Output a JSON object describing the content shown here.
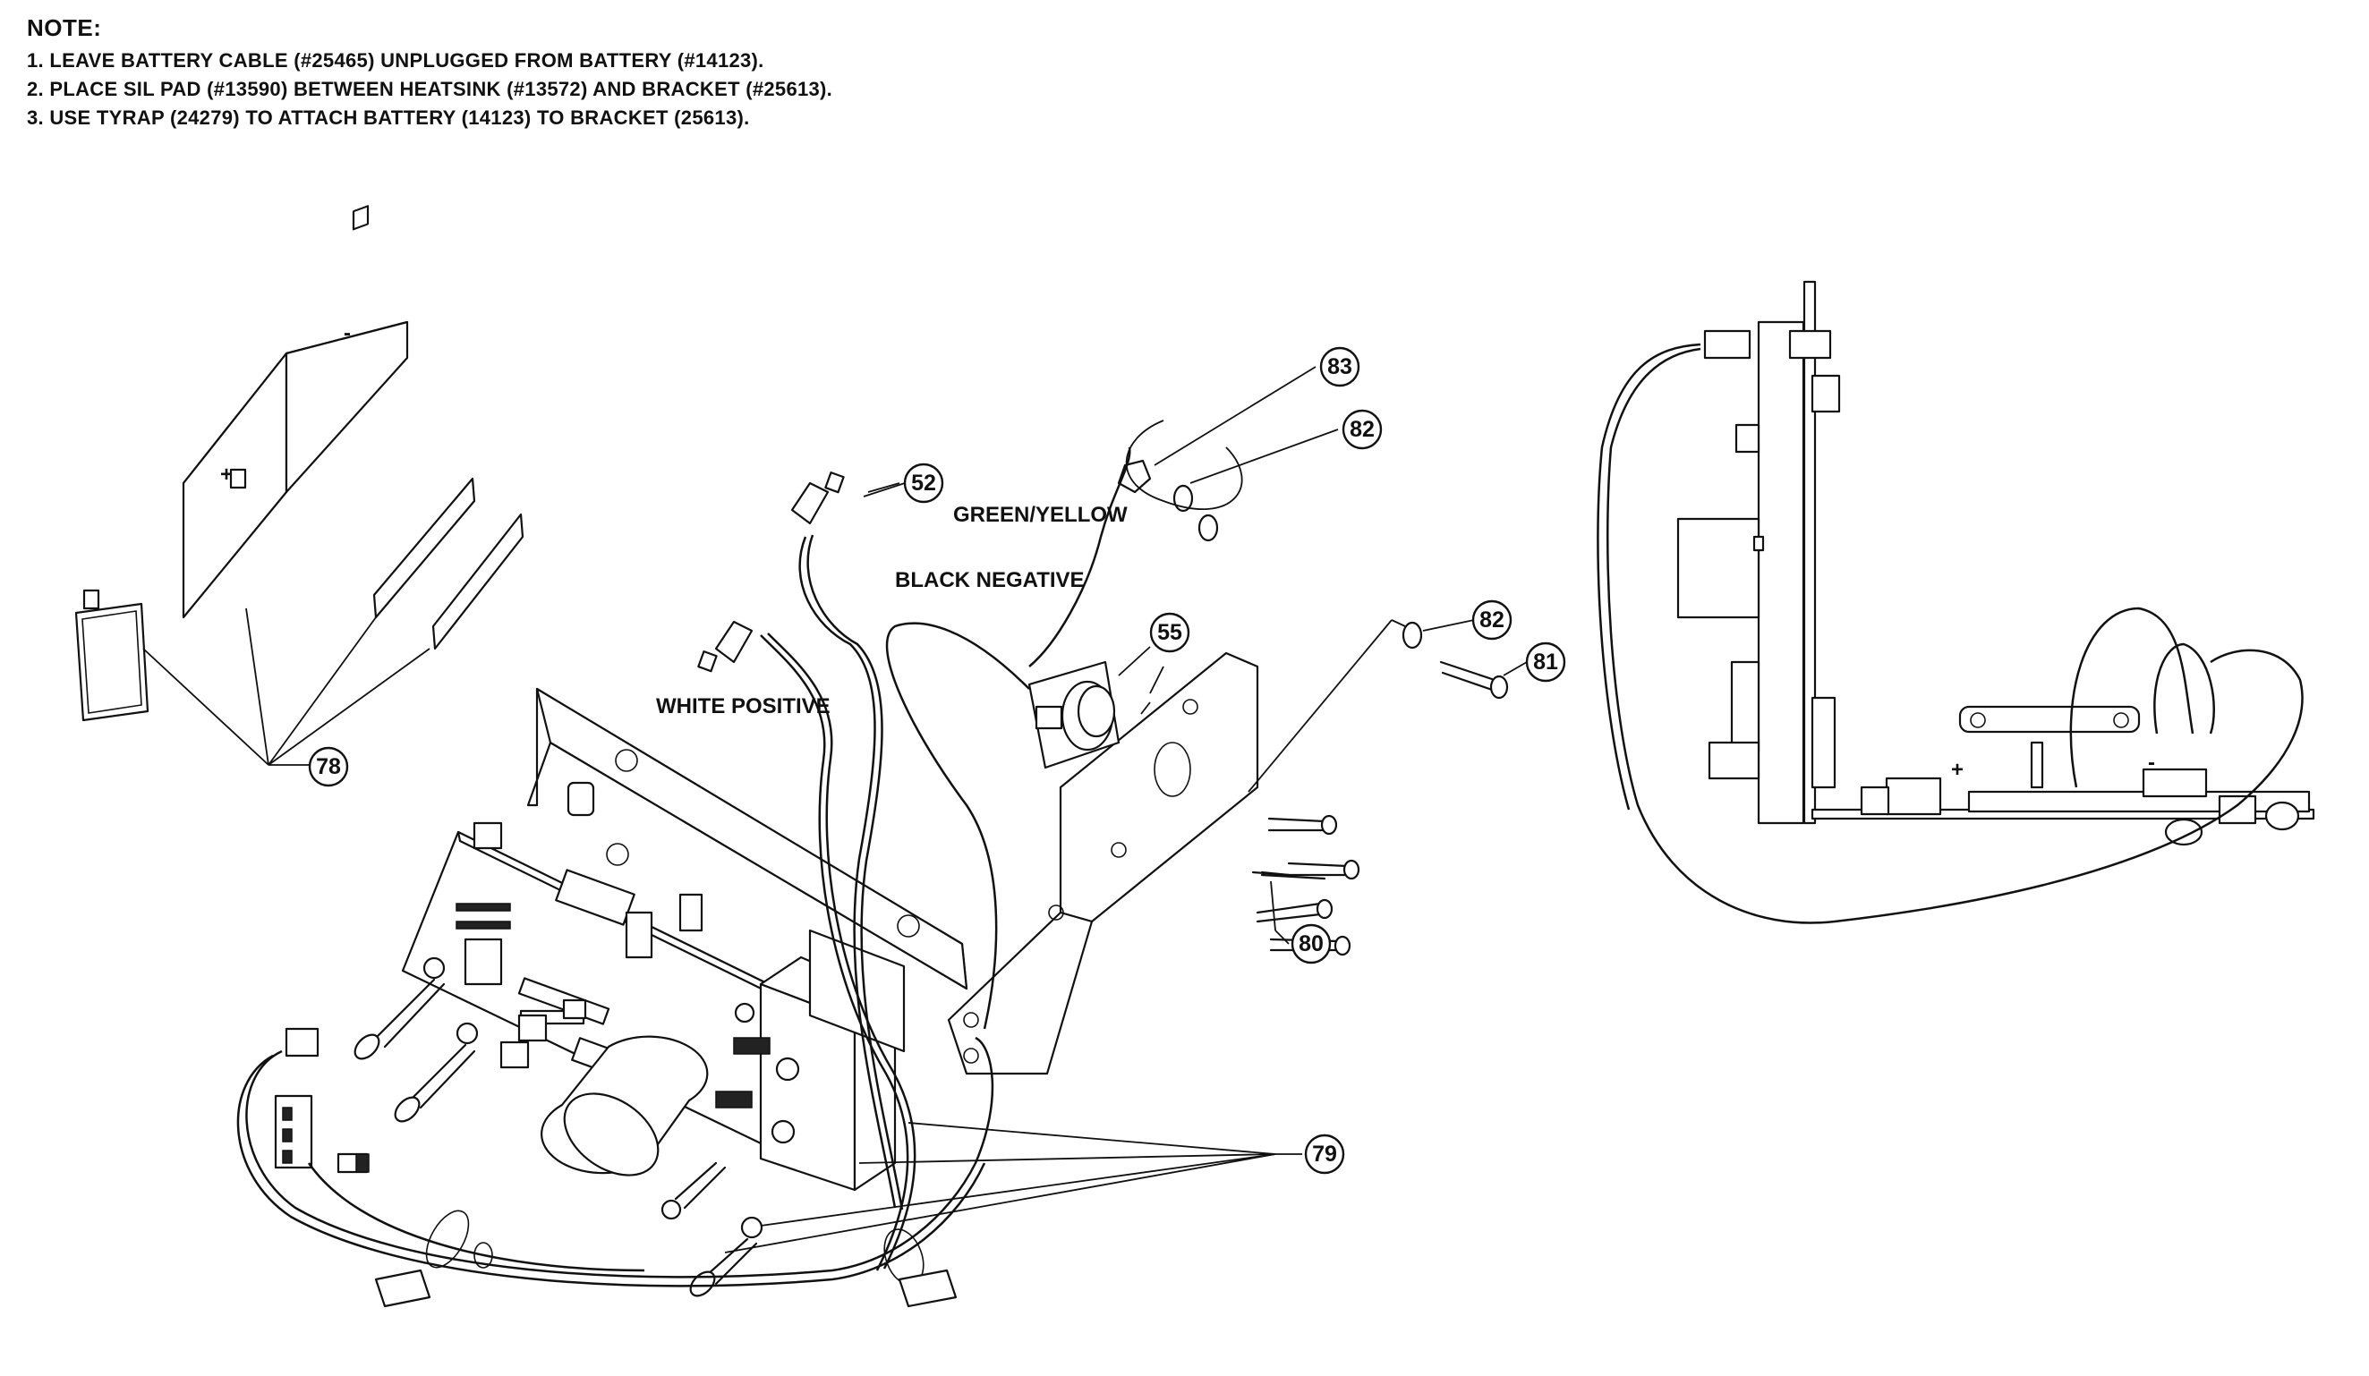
{
  "notes": {
    "title": "NOTE:",
    "lines": [
      "1.  LEAVE BATTERY CABLE (#25465) UNPLUGGED FROM BATTERY (#14123).",
      "2.  PLACE SIL PAD (#13590) BETWEEN HEATSINK (#13572) AND BRACKET (#25613).",
      "3.  USE TYRAP (24279) TO ATTACH BATTERY (14123) TO  BRACKET (25613)."
    ]
  },
  "callouts": {
    "c83": "83",
    "c82a": "82",
    "c52": "52",
    "c55": "55",
    "c82b": "82",
    "c81": "81",
    "c78": "78",
    "c80": "80",
    "c79": "79"
  },
  "wire_labels": {
    "green_yellow": "GREEN/YELLOW",
    "black_negative": "BLACK  NEGATIVE",
    "white_positive": "WHITE POSITIVE"
  },
  "battery_marks": {
    "minus": "-",
    "plus": "+"
  },
  "side_view_marks": {
    "plus": "+",
    "minus": "-"
  }
}
